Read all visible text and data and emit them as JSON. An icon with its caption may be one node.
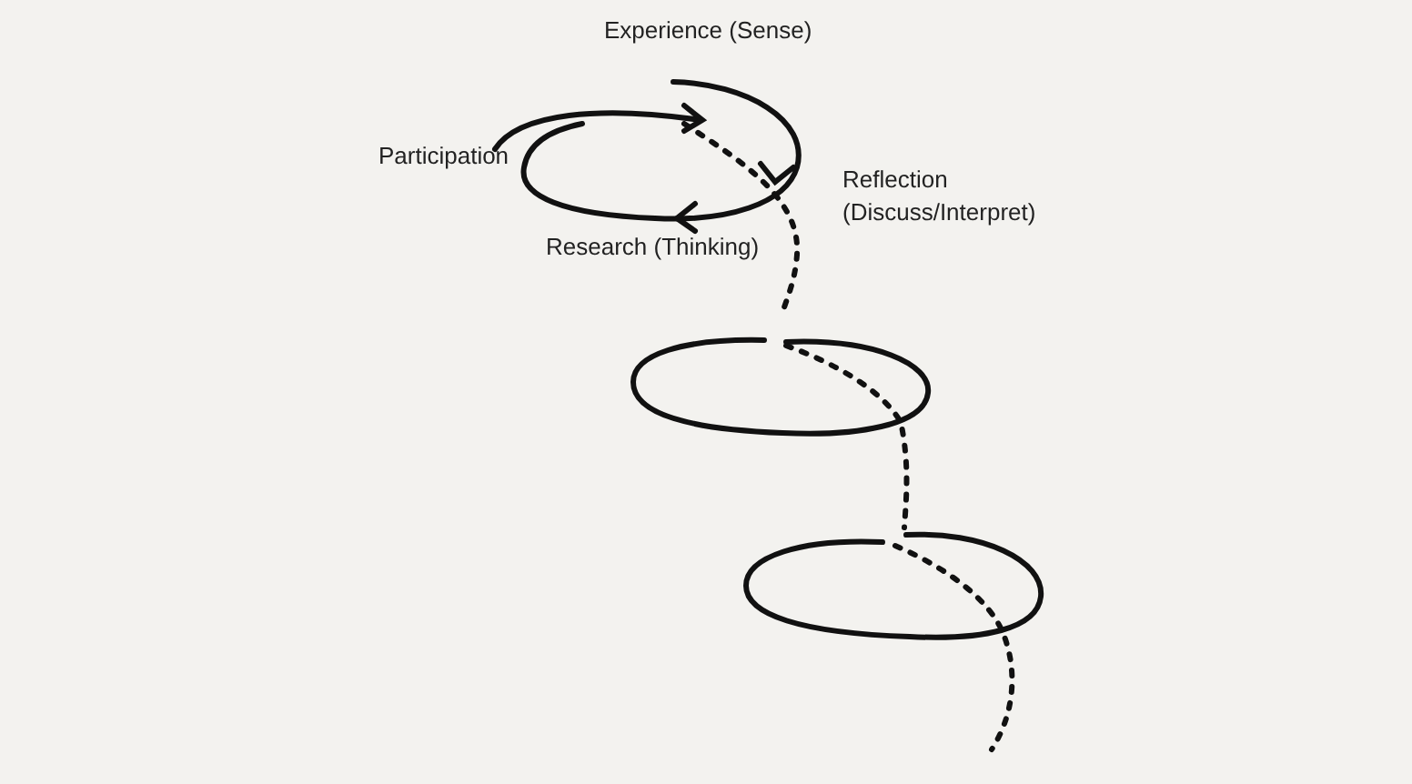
{
  "diagram": {
    "labels": [
      "Experience (Sense)",
      "Participation",
      "Reflection (Discuss/Interpret)",
      "Research (Thinking)"
    ]
  }
}
